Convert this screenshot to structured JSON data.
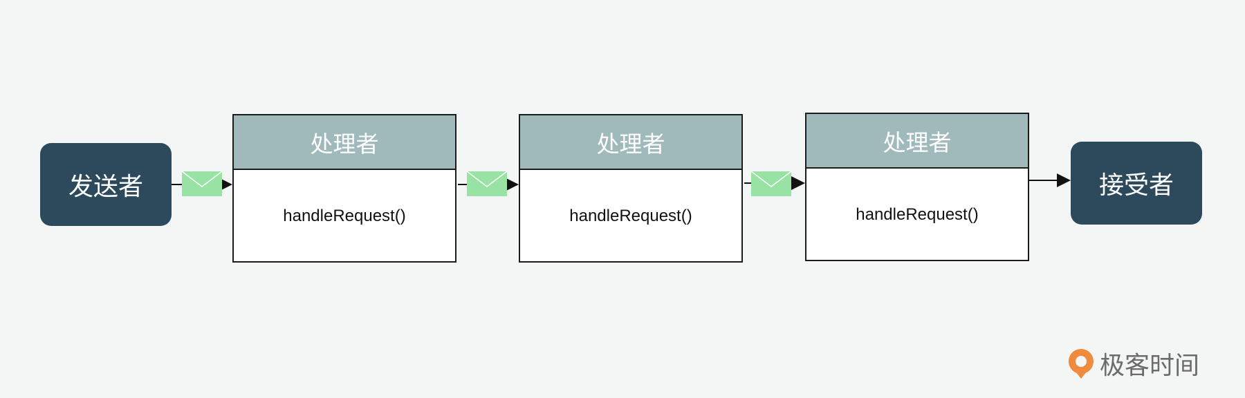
{
  "sender": {
    "label": "发送者"
  },
  "handlers": [
    {
      "title": "处理者",
      "method": "handleRequest()"
    },
    {
      "title": "处理者",
      "method": "handleRequest()"
    },
    {
      "title": "处理者",
      "method": "handleRequest()"
    }
  ],
  "receiver": {
    "label": "接受者"
  },
  "brand": {
    "name": "极客时间"
  },
  "colors": {
    "endpoint": "#2c4a5b",
    "handler_header": "#a0b9ba",
    "envelope": "#98e2a3",
    "background": "#f4f6f5",
    "brand_accent": "#f08a3c"
  },
  "icons": [
    "envelope-icon",
    "arrow-icon",
    "brand-logo-icon"
  ]
}
